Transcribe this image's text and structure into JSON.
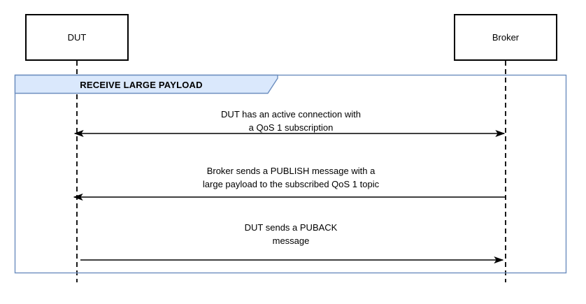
{
  "diagram": {
    "type": "sequence-diagram",
    "actors": [
      {
        "id": "dut",
        "label": "DUT"
      },
      {
        "id": "broker",
        "label": "Broker"
      }
    ],
    "fragment": {
      "label": "RECEIVE LARGE PAYLOAD"
    },
    "messages": [
      {
        "lines": [
          "DUT has an active connection with",
          "a QoS 1 subscription"
        ],
        "from": "DUT",
        "to": "Broker",
        "direction": "bidirectional"
      },
      {
        "lines": [
          "Broker sends a PUBLISH message with a",
          "large payload to the subscribed QoS 1 topic"
        ],
        "from": "Broker",
        "to": "DUT",
        "direction": "right-to-left"
      },
      {
        "lines": [
          "DUT sends a PUBACK",
          "message"
        ],
        "from": "DUT",
        "to": "Broker",
        "direction": "left-to-right"
      }
    ],
    "colors": {
      "fragment_fill": "#dae8fc",
      "fragment_border": "#6c8ebf",
      "line": "#000000",
      "background": "#ffffff"
    }
  }
}
